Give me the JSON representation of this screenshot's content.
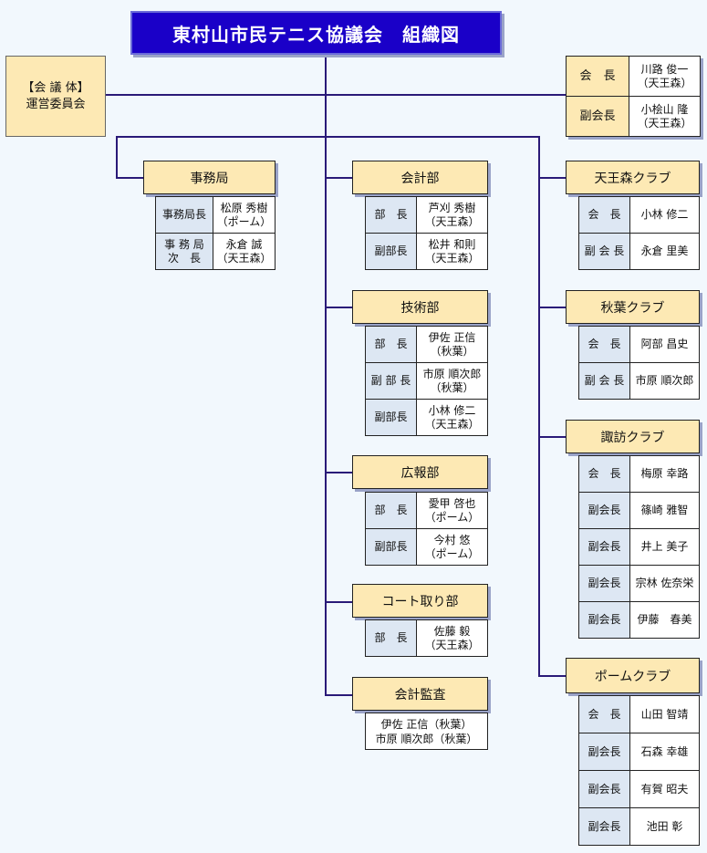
{
  "title": "東村山市民テニス協議会　組織図",
  "council": {
    "line1": "【会 議 体】",
    "line2": "運営委員会"
  },
  "officers": [
    {
      "role": "会　長",
      "name": "川路 俊一",
      "org": "（天王森）"
    },
    {
      "role": "副会長",
      "name": "小桧山 隆",
      "org": "（天王森）"
    }
  ],
  "jimukyoku": {
    "title": "事務局",
    "rows": [
      {
        "role1": "事務局長",
        "role2": "",
        "name": "松原 秀樹",
        "org": "（ポーム）"
      },
      {
        "role1": "事 務 局",
        "role2": "次　長",
        "name": "永倉 誠",
        "org": "（天王森）"
      }
    ]
  },
  "kaikei": {
    "title": "会計部",
    "rows": [
      {
        "role": "部　長",
        "name": "芦刈 秀樹",
        "org": "（天王森）"
      },
      {
        "role": "副部長",
        "name": "松井 和則",
        "org": "（天王森）"
      }
    ]
  },
  "gijutsu": {
    "title": "技術部",
    "rows": [
      {
        "role": "部　長",
        "name": "伊佐 正信",
        "org": "（秋葉）"
      },
      {
        "role": "副 部 長",
        "name": "市原 順次郎",
        "org": "（秋葉）"
      },
      {
        "role": "副部長",
        "name": "小林 修二",
        "org": "（天王森）"
      }
    ]
  },
  "kouhou": {
    "title": "広報部",
    "rows": [
      {
        "role": "部　長",
        "name": "愛甲 啓也",
        "org": "（ポーム）"
      },
      {
        "role": "副部長",
        "name": "今村 悠",
        "org": "（ポーム）"
      }
    ]
  },
  "court": {
    "title": "コート取り部",
    "rows": [
      {
        "role": "部　長",
        "name": "佐藤 毅",
        "org": "（天王森）"
      }
    ]
  },
  "audit": {
    "title": "会計監査",
    "line1": "伊佐 正信（秋葉）",
    "line2": "市原 順次郎（秋葉）"
  },
  "tennoumori": {
    "title": "天王森クラブ",
    "rows": [
      {
        "role": "会　長",
        "name": "小林 修二"
      },
      {
        "role": "副 会 長",
        "name": "永倉 里美"
      }
    ]
  },
  "akiba": {
    "title": "秋葉クラブ",
    "rows": [
      {
        "role": "会　長",
        "name": "阿部 昌史"
      },
      {
        "role": "副 会 長",
        "name": "市原 順次郎"
      }
    ]
  },
  "suwa": {
    "title": "諏訪クラブ",
    "rows": [
      {
        "role": "会　長",
        "name": "梅原 幸路"
      },
      {
        "role": "副会長",
        "name": "篠崎 雅智"
      },
      {
        "role": "副会長",
        "name": "井上 美子"
      },
      {
        "role": "副会長",
        "name": "宗林 佐奈栄"
      },
      {
        "role": "副会長",
        "name": "伊藤　春美"
      }
    ]
  },
  "pome": {
    "title": "ポームクラブ",
    "rows": [
      {
        "role": "会　長",
        "name": "山田 智靖"
      },
      {
        "role": "副会長",
        "name": "石森 幸雄"
      },
      {
        "role": "副会長",
        "name": "有賀 昭夫"
      },
      {
        "role": "副会長",
        "name": "池田 彰"
      }
    ]
  },
  "colors": {
    "title_bg": "#1a00c8",
    "header_bg": "#fde9b4",
    "role_bg": "#dde7f3",
    "line": "#2a1a78"
  }
}
